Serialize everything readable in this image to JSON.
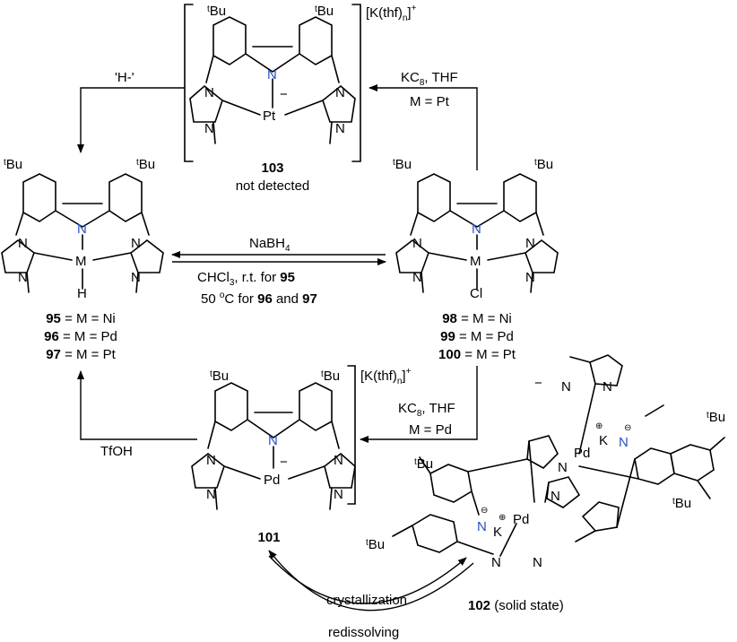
{
  "atoms": {
    "n": "N",
    "m": "M",
    "pt": "Pt",
    "pd": "Pd",
    "k": "K",
    "h": "H",
    "cl": "Cl",
    "tbu_t": "t",
    "tbu_bu": "Bu",
    "minus": "−",
    "plus": "+",
    "minus_circ": "⊖",
    "plus_circ": "⊕"
  },
  "counterion": {
    "pre": "[K(thf)",
    "sub": "n",
    "post": "]",
    "sup": "+"
  },
  "conditions": {
    "hydride": "'H-'",
    "kc8_thf": "KC",
    "kc8_sub": "8",
    "kc8_post": ", THF",
    "m_pt": "M = Pt",
    "m_pd": "M = Pd",
    "nabh4": "NaBH",
    "nabh4_sub": "4",
    "chcl3_pre": "CHCl",
    "chcl3_sub": "3",
    "chcl3_mid": ", r.t. for ",
    "chcl3_cmpd": "95",
    "temp_pre": "50 ",
    "temp_deg": "o",
    "temp_mid": "C for ",
    "temp_c1": "96",
    "temp_and": " and ",
    "temp_c2": "97",
    "tfoh": "TfOH",
    "crystallization": "crystallization",
    "redissolving": "redissolving"
  },
  "compounds": {
    "c103": {
      "number": "103",
      "note": "not detected"
    },
    "c101": {
      "number": "101"
    },
    "c102": {
      "number": "102",
      "note": " (solid state)"
    },
    "left_series": [
      {
        "number": "95",
        "eq": " = M = Ni"
      },
      {
        "number": "96",
        "eq": " = M = Pd"
      },
      {
        "number": "97",
        "eq": " = M = Pt"
      }
    ],
    "right_series": [
      {
        "number": "98",
        "eq": " = M = Ni"
      },
      {
        "number": "99",
        "eq": " = M = Pd"
      },
      {
        "number": "100",
        "eq": " = M = Pt"
      }
    ]
  },
  "colors": {
    "nitrogen_core": "#2a4fc2",
    "line": "#000000"
  }
}
